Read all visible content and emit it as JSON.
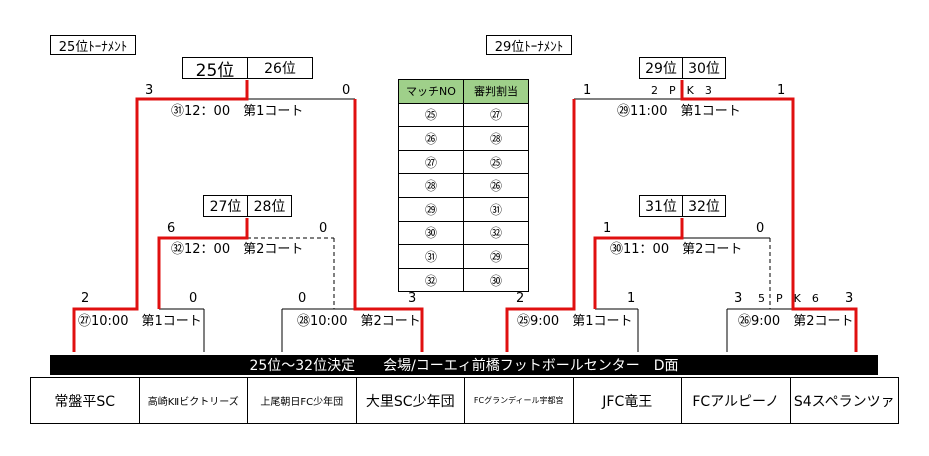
{
  "left": {
    "title": "25位ﾄｰﾅﾒﾝﾄ",
    "final_rank_a": "25位",
    "final_rank_b": "26位",
    "final_score_a": "3",
    "final_score_b": "0",
    "final_match": "㉛12：00　第1コート",
    "third_rank_a": "27位",
    "third_rank_b": "28位",
    "third_score_a": "6",
    "third_score_b": "0",
    "third_match": "㉜12：00　第2コート",
    "r1a_score_a": "2",
    "r1a_score_b": "0",
    "r1a_match": "㉗10:00　第1コート",
    "r1b_score_a": "0",
    "r1b_score_b": "3",
    "r1b_match": "㉘10:00　第2コート"
  },
  "right": {
    "title": "29位ﾄｰﾅﾒﾝﾄ",
    "final_rank_a": "29位",
    "final_rank_b": "30位",
    "final_score_a": "1",
    "final_score_b": "1",
    "final_pk": "2　P　K　3",
    "final_match": "㉙11:00　第1コート",
    "third_rank_a": "31位",
    "third_rank_b": "32位",
    "third_score_a": "1",
    "third_score_b": "0",
    "third_match": "㉚11：00　第2コート",
    "r1a_score_a": "2",
    "r1a_score_b": "1",
    "r1a_match": "㉕9:00　第1コート",
    "r1b_score_a": "3",
    "r1b_score_b": "3",
    "r1b_pk": "5　P　K　6",
    "r1b_match": "㉖9:00　第2コート"
  },
  "assignment_table": {
    "headers": [
      "マッチNO",
      "審判割当"
    ],
    "rows": [
      [
        "㉕",
        "㉗"
      ],
      [
        "㉖",
        "㉘"
      ],
      [
        "㉗",
        "㉕"
      ],
      [
        "㉘",
        "㉖"
      ],
      [
        "㉙",
        "㉛"
      ],
      [
        "㉚",
        "㉜"
      ],
      [
        "㉛",
        "㉙"
      ],
      [
        "㉜",
        "㉚"
      ]
    ]
  },
  "banner": "25位～32位決定　　会場/コーエィ前橋フットボールセンター　D面",
  "teams": [
    "常盤平SC",
    "高崎KⅡビクトリーズ",
    "上尾朝日FC少年団",
    "大里SC少年団",
    "FCグランディール宇都宮",
    "JFC竜王",
    "FCアルピーノ",
    "S4スペランツァ"
  ],
  "colors": {
    "winner_line": "#e01010",
    "line": "#000000",
    "header_fill": "#9fd08a",
    "banner": "#000000"
  }
}
